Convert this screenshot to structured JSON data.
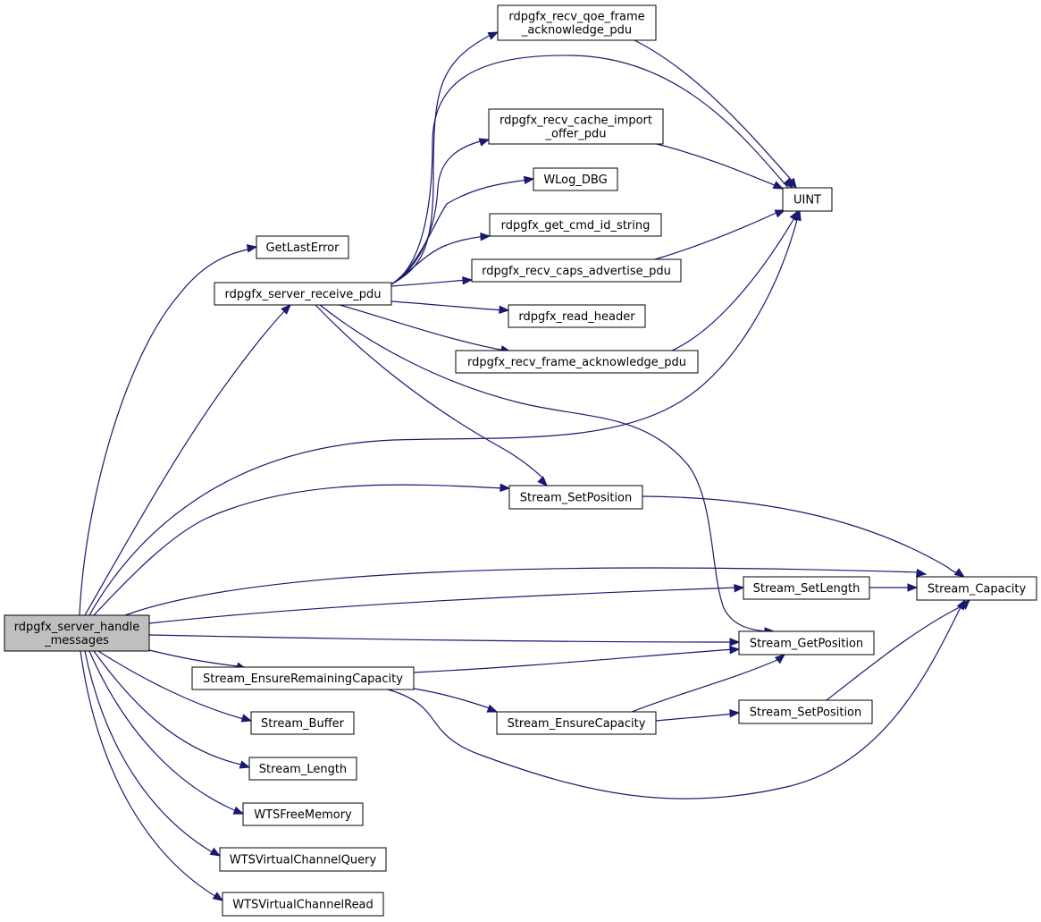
{
  "graph": {
    "nodes": [
      {
        "id": "root",
        "lines": [
          "rdpgfx_server_handle",
          "_messages"
        ],
        "root": true
      },
      {
        "id": "GetLastError",
        "lines": [
          "GetLastError"
        ]
      },
      {
        "id": "receive_pdu",
        "lines": [
          "rdpgfx_server_receive_pdu"
        ]
      },
      {
        "id": "qoe",
        "lines": [
          "rdpgfx_recv_qoe_frame",
          "_acknowledge_pdu"
        ]
      },
      {
        "id": "cache_import",
        "lines": [
          "rdpgfx_recv_cache_import",
          "_offer_pdu"
        ]
      },
      {
        "id": "wlog",
        "lines": [
          "WLog_DBG"
        ]
      },
      {
        "id": "cmd_id",
        "lines": [
          "rdpgfx_get_cmd_id_string"
        ]
      },
      {
        "id": "caps",
        "lines": [
          "rdpgfx_recv_caps_advertise_pdu"
        ]
      },
      {
        "id": "read_header",
        "lines": [
          "rdpgfx_read_header"
        ]
      },
      {
        "id": "frame_ack",
        "lines": [
          "rdpgfx_recv_frame_acknowledge_pdu"
        ]
      },
      {
        "id": "UINT",
        "lines": [
          "UINT"
        ]
      },
      {
        "id": "setpos1",
        "lines": [
          "Stream_SetPosition"
        ]
      },
      {
        "id": "capacity",
        "lines": [
          "Stream_Capacity"
        ]
      },
      {
        "id": "setlength",
        "lines": [
          "Stream_SetLength"
        ]
      },
      {
        "id": "getpos",
        "lines": [
          "Stream_GetPosition"
        ]
      },
      {
        "id": "ensure_rem",
        "lines": [
          "Stream_EnsureRemainingCapacity"
        ]
      },
      {
        "id": "ensure_cap",
        "lines": [
          "Stream_EnsureCapacity"
        ]
      },
      {
        "id": "setpos2",
        "lines": [
          "Stream_SetPosition"
        ]
      },
      {
        "id": "buffer",
        "lines": [
          "Stream_Buffer"
        ]
      },
      {
        "id": "length",
        "lines": [
          "Stream_Length"
        ]
      },
      {
        "id": "free",
        "lines": [
          "WTSFreeMemory"
        ]
      },
      {
        "id": "query",
        "lines": [
          "WTSVirtualChannelQuery"
        ]
      },
      {
        "id": "read",
        "lines": [
          "WTSVirtualChannelRead"
        ]
      }
    ],
    "edges": [
      {
        "from": "root",
        "to": "GetLastError"
      },
      {
        "from": "root",
        "to": "receive_pdu"
      },
      {
        "from": "root",
        "to": "UINT"
      },
      {
        "from": "root",
        "to": "setpos1"
      },
      {
        "from": "root",
        "to": "capacity"
      },
      {
        "from": "root",
        "to": "setlength"
      },
      {
        "from": "root",
        "to": "getpos"
      },
      {
        "from": "root",
        "to": "ensure_rem"
      },
      {
        "from": "root",
        "to": "buffer"
      },
      {
        "from": "root",
        "to": "length"
      },
      {
        "from": "root",
        "to": "free"
      },
      {
        "from": "root",
        "to": "query"
      },
      {
        "from": "root",
        "to": "read"
      },
      {
        "from": "receive_pdu",
        "to": "qoe"
      },
      {
        "from": "receive_pdu",
        "to": "UINT"
      },
      {
        "from": "receive_pdu",
        "to": "cache_import"
      },
      {
        "from": "receive_pdu",
        "to": "wlog"
      },
      {
        "from": "receive_pdu",
        "to": "cmd_id"
      },
      {
        "from": "receive_pdu",
        "to": "caps"
      },
      {
        "from": "receive_pdu",
        "to": "read_header"
      },
      {
        "from": "receive_pdu",
        "to": "frame_ack"
      },
      {
        "from": "receive_pdu",
        "to": "setpos1"
      },
      {
        "from": "receive_pdu",
        "to": "getpos"
      },
      {
        "from": "qoe",
        "to": "UINT"
      },
      {
        "from": "cache_import",
        "to": "UINT"
      },
      {
        "from": "caps",
        "to": "UINT"
      },
      {
        "from": "frame_ack",
        "to": "UINT"
      },
      {
        "from": "setpos1",
        "to": "capacity"
      },
      {
        "from": "setlength",
        "to": "capacity"
      },
      {
        "from": "ensure_rem",
        "to": "getpos"
      },
      {
        "from": "ensure_rem",
        "to": "ensure_cap"
      },
      {
        "from": "ensure_rem",
        "to": "capacity"
      },
      {
        "from": "ensure_cap",
        "to": "getpos"
      },
      {
        "from": "ensure_cap",
        "to": "setpos2"
      },
      {
        "from": "setpos2",
        "to": "capacity"
      }
    ]
  }
}
